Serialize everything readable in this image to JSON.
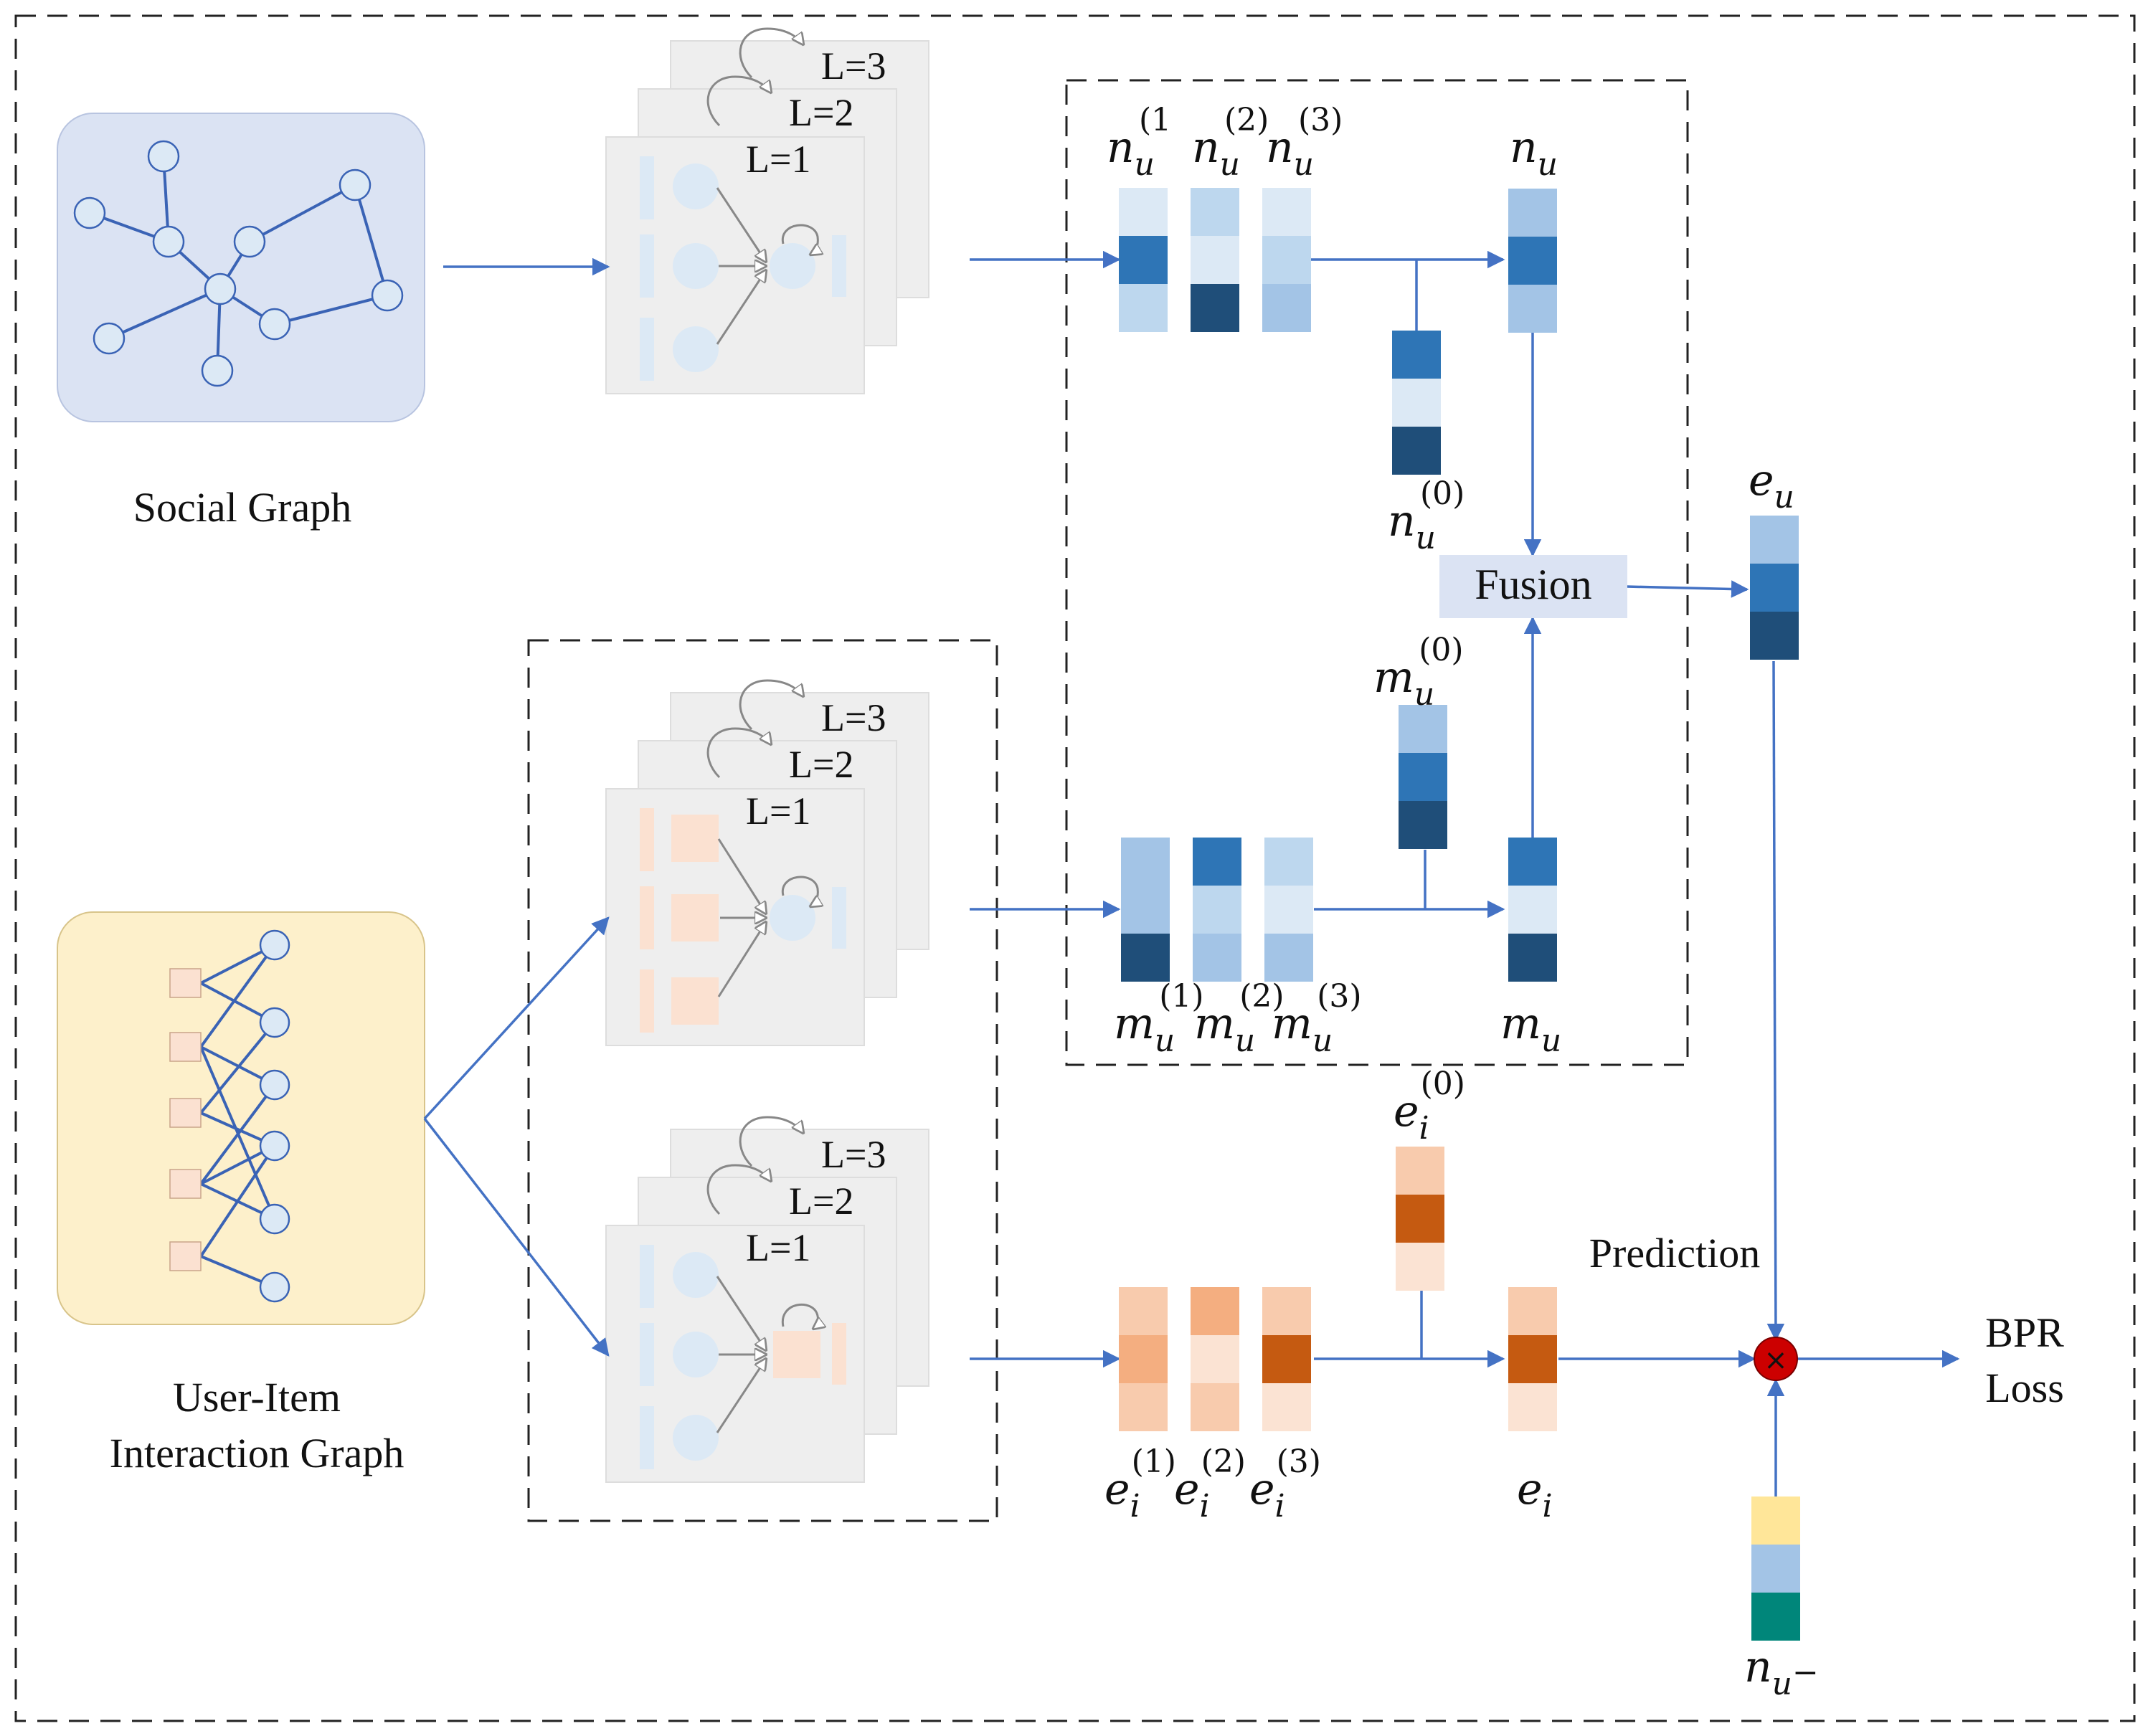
{
  "social_graph": {
    "caption": "Social Graph",
    "bg": "#dbe3f3",
    "node_fill": "#dce9f5",
    "edge_color": "#3a63b5"
  },
  "interaction_graph": {
    "caption_line1": "User-Item",
    "caption_line2": "Interaction Graph",
    "bg": "#fdf0cb",
    "item_fill": "#fbe1d1",
    "user_fill": "#dce9f5"
  },
  "layer_stack": {
    "labels": [
      "L=1",
      "L=2",
      "L=3"
    ]
  },
  "vectors": {
    "n_u1": "n",
    "n_u1_sub": "u",
    "n_u1_sup": "(1",
    "n_u2": "n",
    "n_u2_sub": "u",
    "n_u2_sup": "(2)",
    "n_u3": "n",
    "n_u3_sub": "u",
    "n_u3_sup": "(3)",
    "n_u": "n",
    "n_u_sub": "u",
    "n_u0": "n",
    "n_u0_sub": "u",
    "n_u0_sup": "(0)",
    "m_u0": "m",
    "m_u0_sub": "u",
    "m_u0_sup": "(0)",
    "m_u1": "m",
    "m_u1_sub": "u",
    "m_u1_sup": "(1)",
    "m_u2": "m",
    "m_u2_sub": "u",
    "m_u2_sup": "(2)",
    "m_u3": "m",
    "m_u3_sub": "u",
    "m_u3_sup": "(3)",
    "m_u": "m",
    "m_u_sub": "u",
    "e_u": "e",
    "e_u_sub": "u",
    "e_i0": "e",
    "e_i0_sub": "i",
    "e_i0_sup": "(0)",
    "e_i1": "e",
    "e_i1_sub": "i",
    "e_i1_sup": "(1)",
    "e_i2": "e",
    "e_i2_sub": "i",
    "e_i2_sup": "(2)",
    "e_i3": "e",
    "e_i3_sub": "i",
    "e_i3_sup": "(3)",
    "e_i": "e",
    "e_i_sub": "i",
    "n_neg": "n",
    "n_neg_sub": "u",
    "n_neg_sup": "−"
  },
  "labels": {
    "fusion": "Fusion",
    "prediction": "Prediction",
    "bpr_line1": "BPR",
    "bpr_line2": "Loss",
    "multiply": "×"
  },
  "colors": {
    "blue_light": "#dce9f5",
    "blue_mid": "#a3c4e6",
    "blue": "#2e75b6",
    "blue_dark": "#1f4e79",
    "orange_light": "#fbe3d3",
    "orange_mid": "#f5bc98",
    "orange_mid2": "#f4ae80",
    "orange_dark": "#c55a11",
    "yellow": "#ffe699",
    "teal": "#00867a",
    "arrow": "#4472c4",
    "fusion_bg": "#dbe3f3",
    "mult_fill": "#cc0000"
  }
}
